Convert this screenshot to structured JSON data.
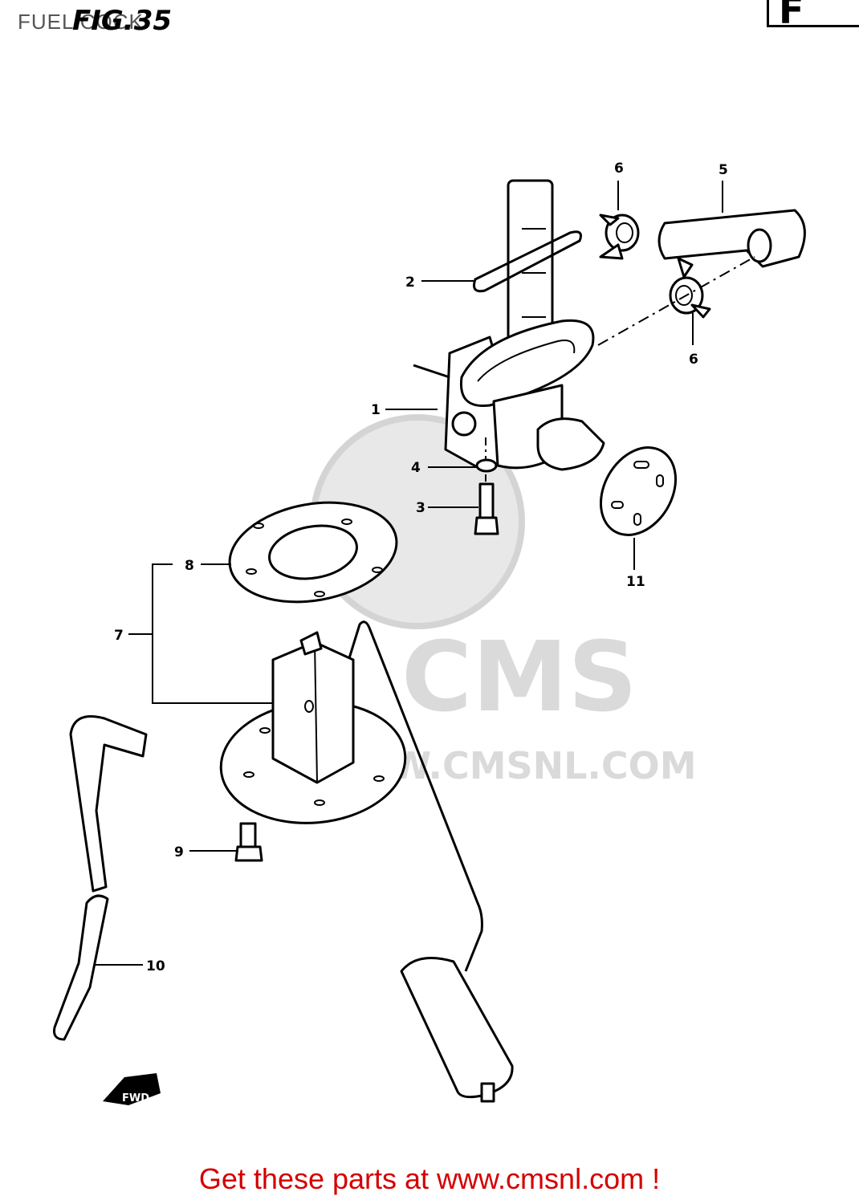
{
  "header": {
    "section_title": "FUEL COCK",
    "figure_number": "FIG.35",
    "catalog_letter": "F"
  },
  "watermark": {
    "brand": "CMS",
    "url": "WWW.CMSNL.COM"
  },
  "callouts": [
    "1",
    "2",
    "3",
    "4",
    "5",
    "6",
    "6",
    "7",
    "8",
    "9",
    "10",
    "11"
  ],
  "fwd_label": "FWD",
  "footer": {
    "text": "Get these parts at www.cmsnl.com !"
  },
  "colors": {
    "footer_text": "#d40000",
    "watermark": "#d6d6d6",
    "line_art": "#000000"
  }
}
